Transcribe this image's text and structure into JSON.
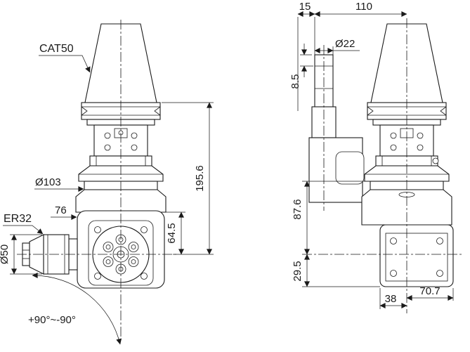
{
  "drawing": {
    "type": "technical-dimension-drawing",
    "views": {
      "front": {
        "taper_label": "CAT50",
        "collet_label": "ER32",
        "dim_flange_dia": "Ø103",
        "dim_body_width": "76",
        "dim_axis_height": "64.5",
        "dim_overall_height": "195.6",
        "dim_collet_dia": "Ø50",
        "swivel_range": "+90°~-90°"
      },
      "side": {
        "dim_top_offset": "15",
        "dim_top_width": "110",
        "dim_pin_dia": "Ø22",
        "dim_pin_step": "8.5",
        "dim_upper_height": "87.6",
        "dim_lower_height": "29.5",
        "dim_bottom_left": "38",
        "dim_bottom_right": "70.7"
      }
    }
  }
}
